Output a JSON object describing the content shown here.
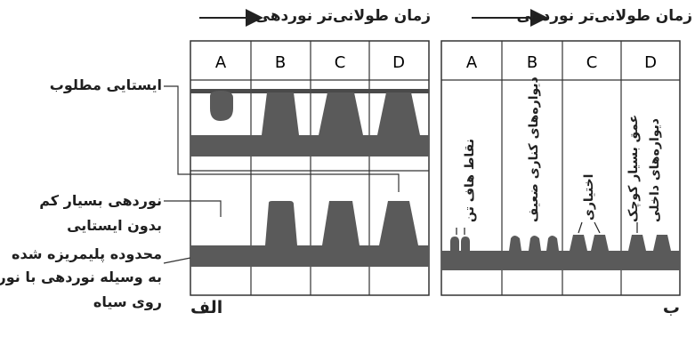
{
  "panel_a": {
    "header": "زمان طولانی‌تر نوردهی",
    "columns": [
      "A",
      "B",
      "C",
      "D"
    ],
    "labels": {
      "desired_exposure": "ایستایی مطلوب",
      "under_exposure_line1": "نوردهی بسیار کم",
      "under_exposure_line2": "بدون ایستایی",
      "polymerized_line1": "محدوده پلیمریزه شده",
      "polymerized_line2": "به وسیله نوردهی با نور",
      "polymerized_line3": "روی سیاه"
    },
    "sublabel": "الف"
  },
  "panel_b": {
    "header": "زمان طولانی‌تر نوردهی",
    "columns": [
      "A",
      "B",
      "C",
      "D"
    ],
    "annotations": {
      "A": "نقاط هاف تن",
      "B": "دیواره‌های کناری ضعیف",
      "C": "اختیاری",
      "D_line1": "عمق بسیار کوچک",
      "D_line2": "دیواره‌های داخلی"
    },
    "sublabel": "ب"
  },
  "colors": {
    "relief": "#5a5a5a",
    "panel_bg": "#ffffff",
    "border": "#333333",
    "text": "#1f1f1f"
  }
}
